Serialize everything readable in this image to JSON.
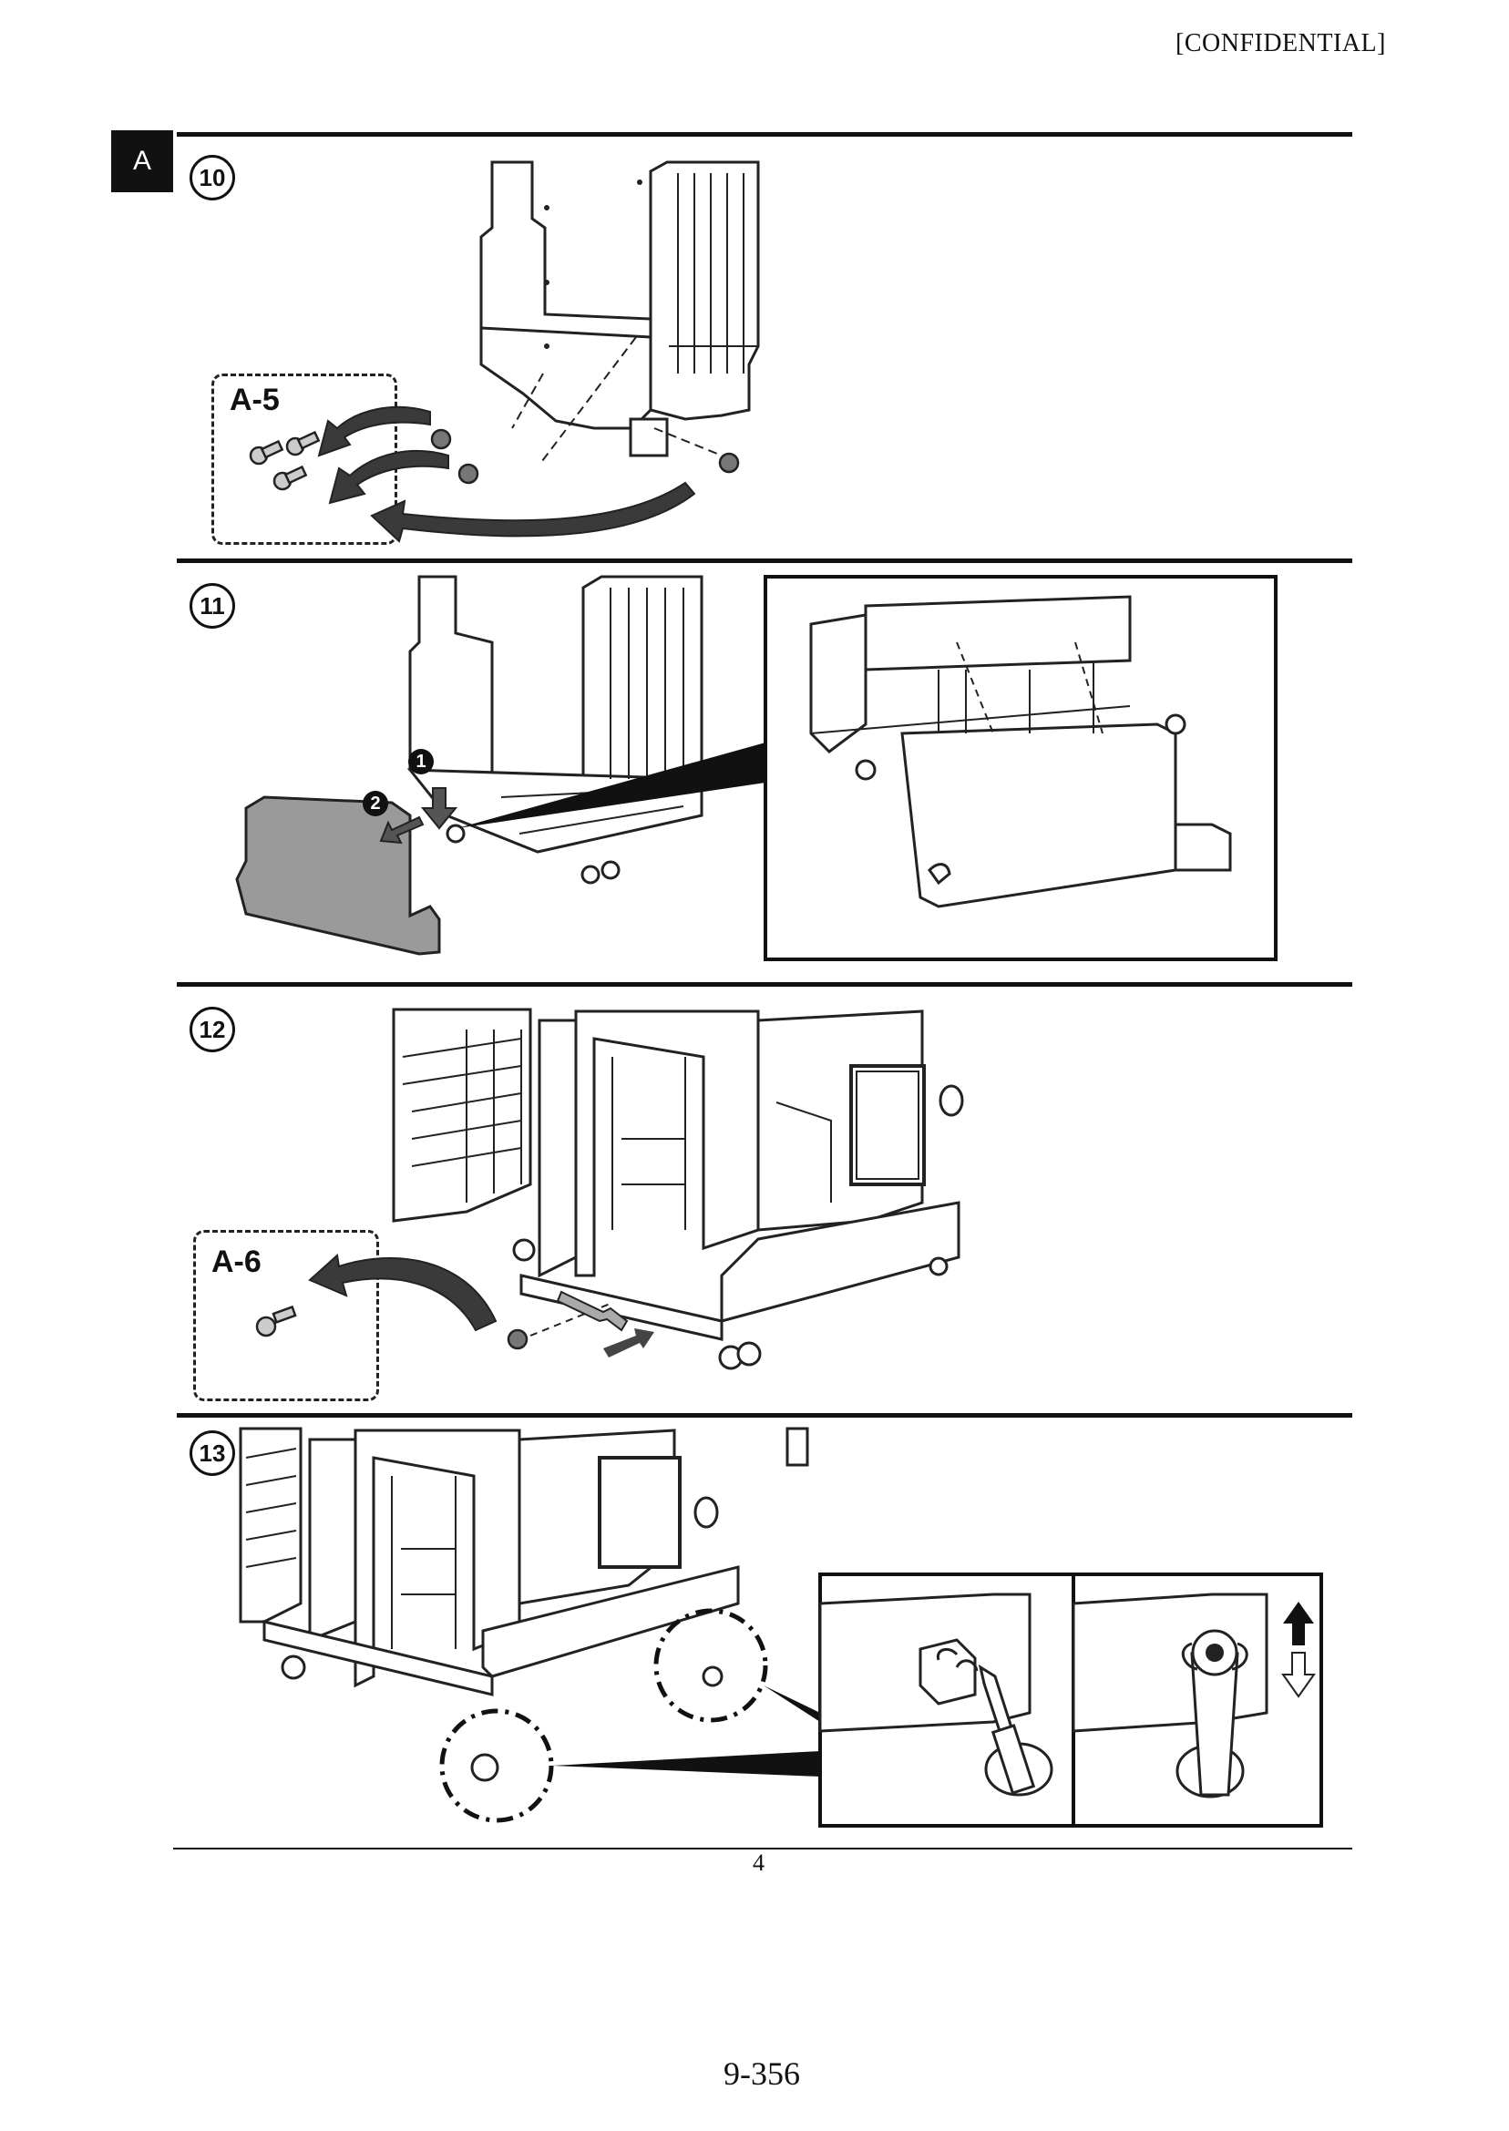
{
  "header": {
    "confidential": "[CONFIDENTIAL]",
    "section_tab": "A"
  },
  "steps": [
    {
      "number": "10",
      "kit_label": "A-5"
    },
    {
      "number": "11",
      "callouts": [
        "1",
        "2"
      ]
    },
    {
      "number": "12",
      "kit_label": "A-6"
    },
    {
      "number": "13"
    }
  ],
  "footer": {
    "inner_page": "4",
    "page_number": "9-356"
  }
}
